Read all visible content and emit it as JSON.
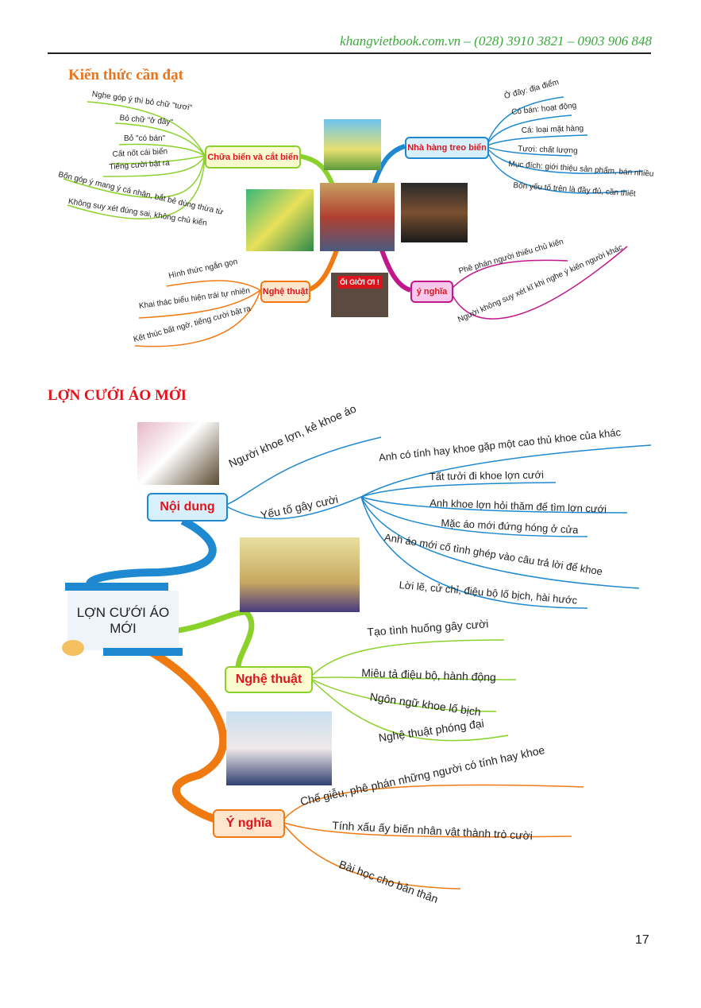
{
  "header": {
    "contact": "khangvietbook.com.vn – (028) 3910 3821 – 0903 906 848"
  },
  "section1": {
    "title": "Kiến thức cần đạt"
  },
  "map1": {
    "chua_bien": {
      "label": "Chữa biển và cắt biển",
      "items": [
        "Nghe góp ý thì bỏ chữ \"tươi\"",
        "Bỏ chữ \"ở đây\"",
        "Bỏ \"có bán\"",
        "Cất nốt cái biển",
        "Tiếng cười bật ra",
        "Bốn góp ý mang ý cá nhân, bắt bẻ dùng thừa từ",
        "Không suy xét đúng sai, không chủ kiến"
      ]
    },
    "nha_hang": {
      "label": "Nhà hàng treo biển",
      "items": [
        "Ở đây: địa điểm",
        "Có bán: hoạt động",
        "Cá: loại mặt hàng",
        "Tươi: chất lượng",
        "Mục đích: giới thiệu sản phẩm, bán nhiều",
        "Bốn yếu tố trên là đầy đủ, cần thiết"
      ]
    },
    "nghe_thuat": {
      "label": "Nghệ thuật",
      "items": [
        "Hình thức ngắn gọn",
        "Khai thác biểu hiện trái tự nhiên",
        "Kết thúc bất ngờ, tiếng cười bật ra"
      ]
    },
    "y_nghia": {
      "label": "ý nghĩa",
      "items": [
        "Phê phán người thiếu chủ kiến",
        "Người không suy xét kĩ khi nghe ý kiến người khác"
      ]
    },
    "sign_text": "ỐI GIỜI ƠI !"
  },
  "section2": {
    "title": "LỢN CƯỚI ÁO MỚI"
  },
  "map2": {
    "center": "LỢN CƯỚI ÁO MỚI",
    "noi_dung": {
      "label": "Nội dung",
      "items": [
        "Người khoe lợn, kẻ khoe áo",
        "Yếu tố gây cười"
      ],
      "gay_cuoi": [
        "Anh có tính hay khoe gặp một cao thủ khoe của khác",
        "Tất tưởi đi khoe lợn cưới",
        "Anh khoe lợn hỏi thăm để tìm lợn cưới",
        "Mặc áo mới đứng hóng ở cửa",
        "Anh áo mới cố tình ghép vào câu trả lời để khoe",
        "Lời lẽ, cử chỉ, điệu bộ lố bịch, hài hước"
      ]
    },
    "nghe_thuat": {
      "label": "Nghệ thuật",
      "items": [
        "Tạo tình huống gây cười",
        "Miêu tả điệu bộ, hành động",
        "Ngôn ngữ khoe lố bịch",
        "Nghệ thuật phóng đại"
      ]
    },
    "y_nghia": {
      "label": "Ý nghĩa",
      "items": [
        "Chế giễu, phê phán những người có tính hay khoe",
        "Tính xấu ấy biến nhân vật thành trò cười",
        "Bài học cho bản thân"
      ]
    }
  },
  "page_number": "17"
}
